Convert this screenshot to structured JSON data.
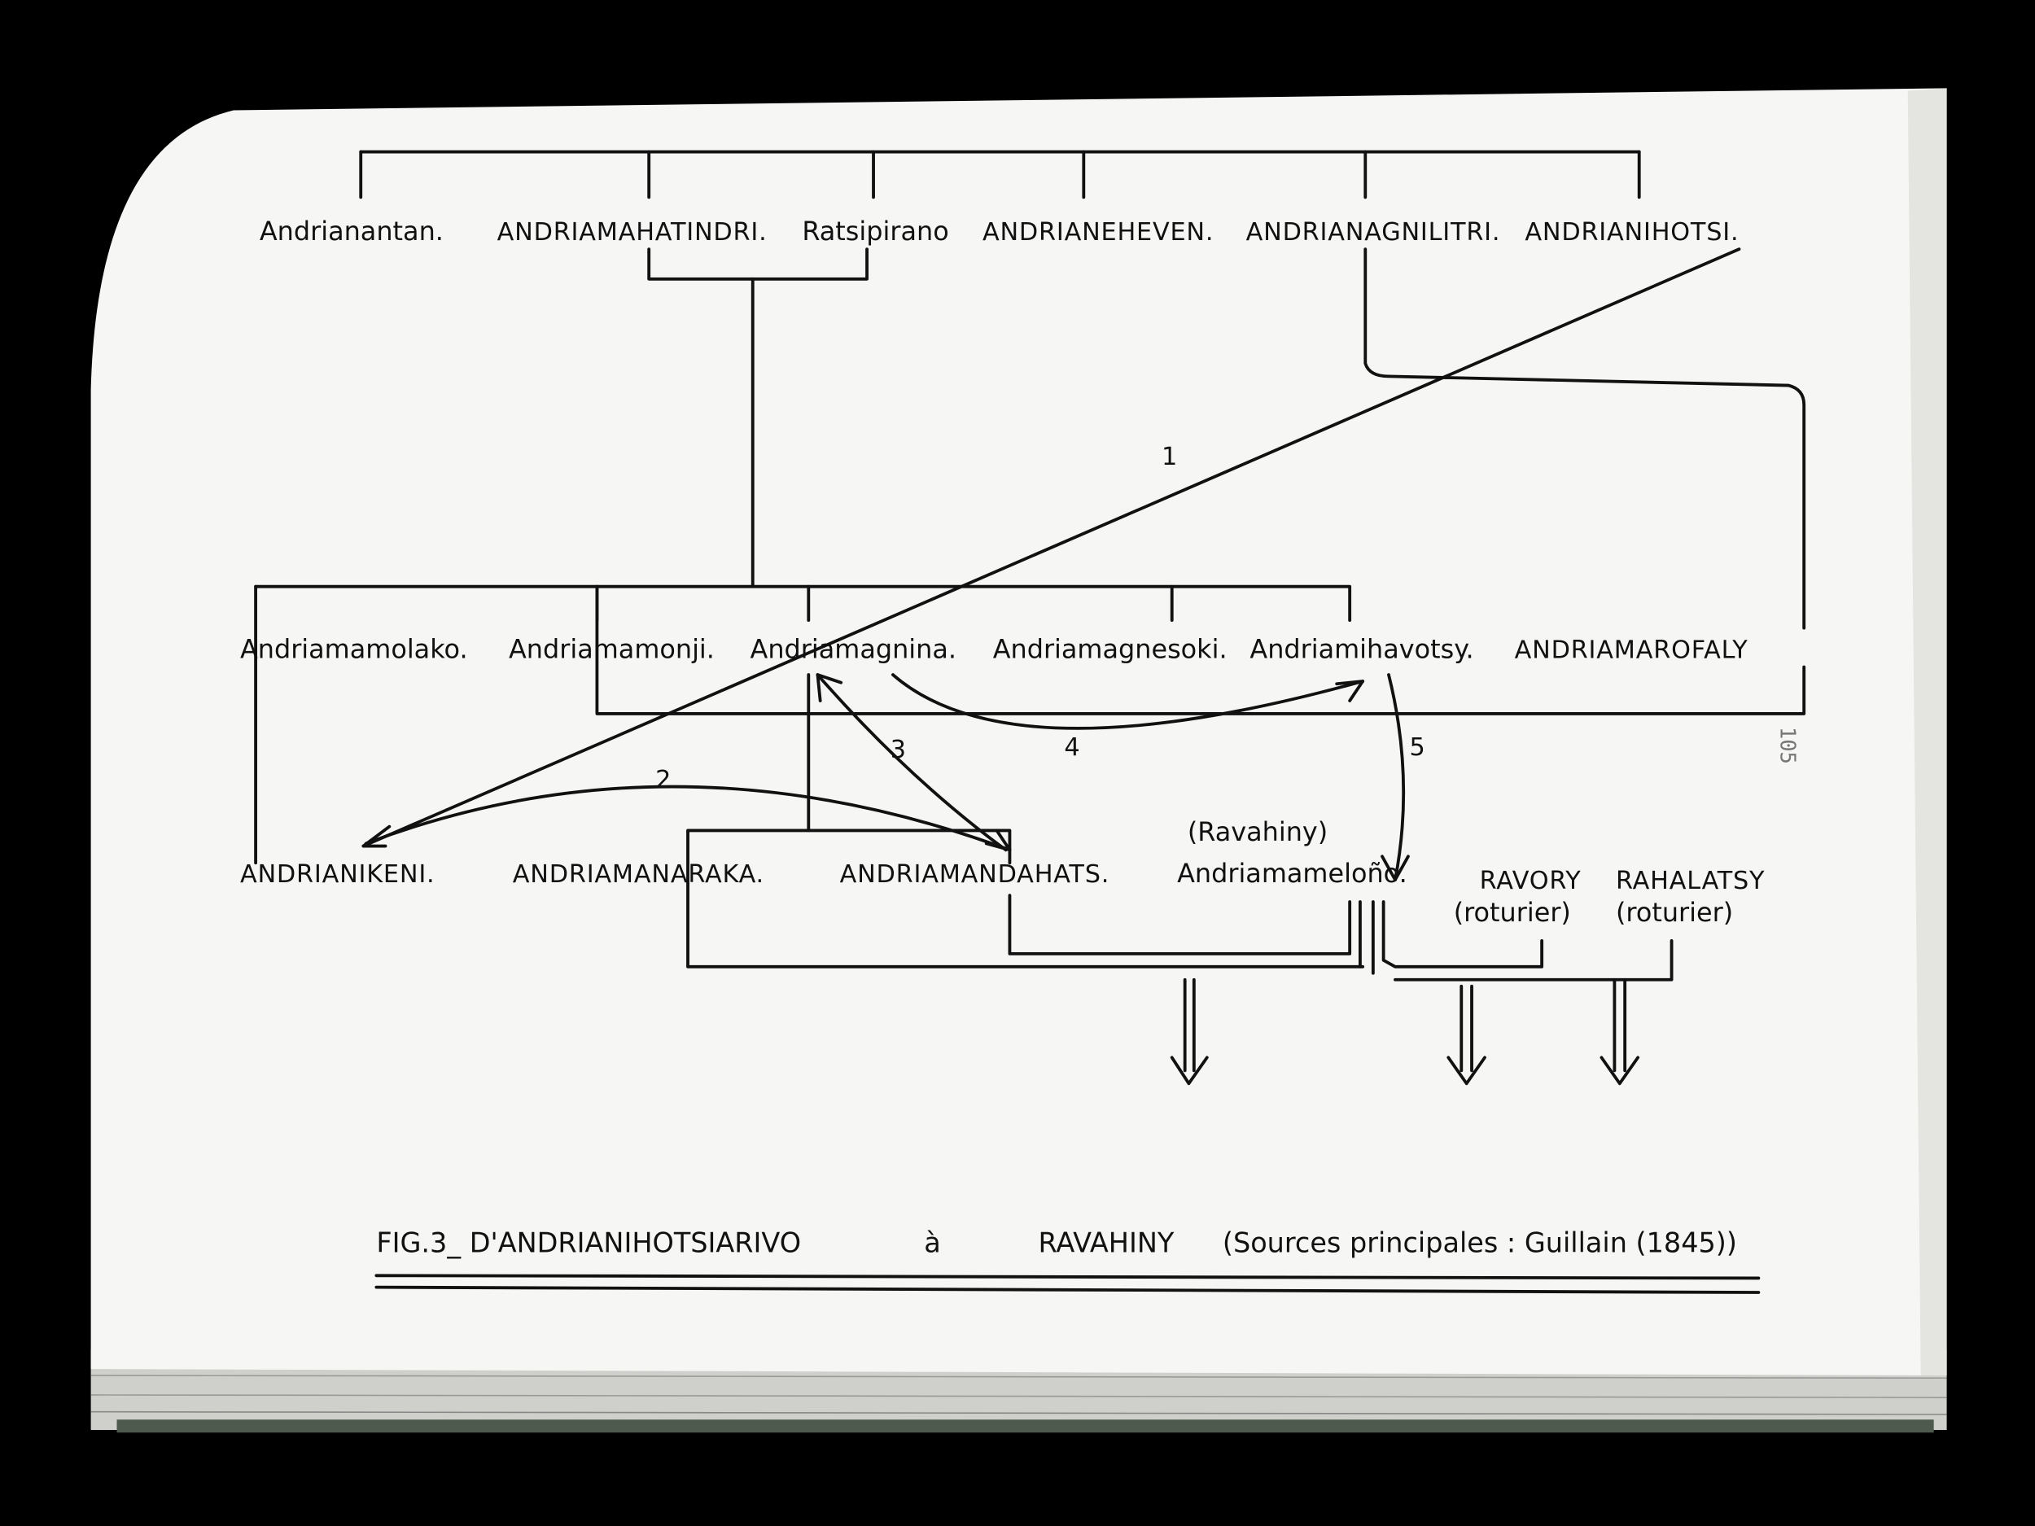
{
  "figure": {
    "top_row": [
      "Andrianantan.",
      "ANDRIAMAHATINDRI.",
      "Ratsipirano",
      "ANDRIANEHEVEN.",
      "ANDRIANAGNILITRI.",
      "ANDRIANIHOTSI."
    ],
    "middle_row": [
      "Andriamamolako.",
      "Andriamamonji.",
      "Andriamagnina.",
      "Andriamagnesoki.",
      "Andriamihavotsy.",
      "ANDRIAMAROFALY"
    ],
    "bottom_row": [
      "ANDRIANIKENI.",
      "ANDRIAMANARAKA.",
      "ANDRIAMANDAHATS.",
      "Andriamameloño.",
      "RAVORY",
      "RAHALATSY"
    ],
    "bottom_annotations": {
      "ravahiny": "(Ravahiny)",
      "ravory_note": "(roturier)",
      "rahalatsy_note": "(roturier)"
    },
    "arrow_numbers": [
      "1",
      "2",
      "3",
      "4",
      "5"
    ],
    "caption": {
      "fig": "FIG.3_ D'ANDRIANIHOTSIARIVO",
      "conj": "à",
      "to": "RAVAHINY",
      "sources": "(Sources principales : Guillain (1845))"
    }
  },
  "page_number": "105"
}
